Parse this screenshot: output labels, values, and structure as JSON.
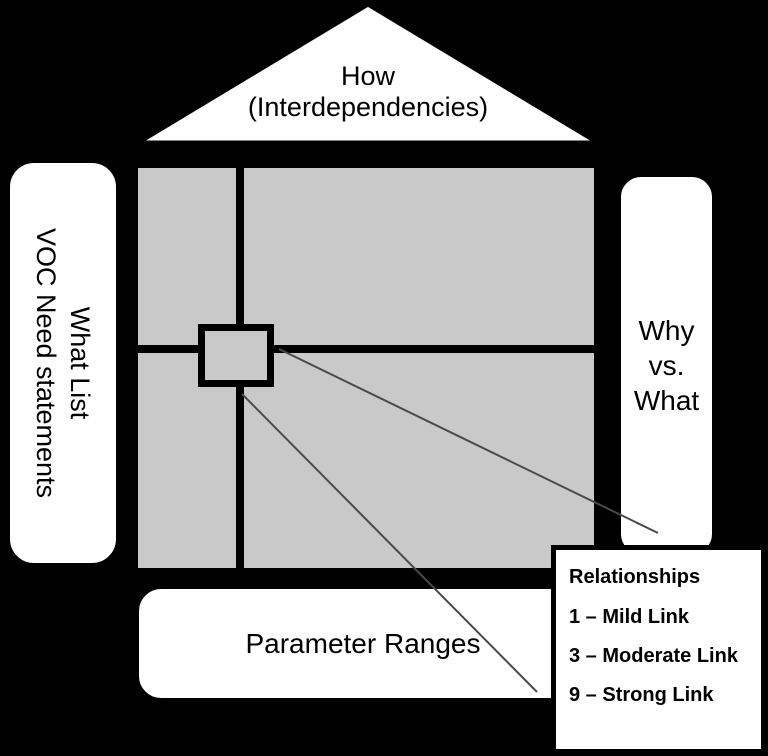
{
  "diagram": {
    "type": "house-of-quality",
    "colors": {
      "background": "#000000",
      "panel_fill": "#ffffff",
      "matrix_fill": "#c9c9c9",
      "border": "#000000",
      "leader_line": "#4a4a4a",
      "text": "#000000"
    }
  },
  "roof": {
    "line1": "How",
    "line2": "(Interdependencies)"
  },
  "left_panel": {
    "line1": "What List",
    "line2": "VOC Need statements"
  },
  "right_panel": {
    "line1": "Why",
    "line2": "vs.",
    "line3": "What"
  },
  "bottom_panel": {
    "label": "Parameter Ranges"
  },
  "legend": {
    "title": "Relationships",
    "items": [
      "1 – Mild Link",
      "3 – Moderate Link",
      "9 – Strong Link"
    ]
  }
}
